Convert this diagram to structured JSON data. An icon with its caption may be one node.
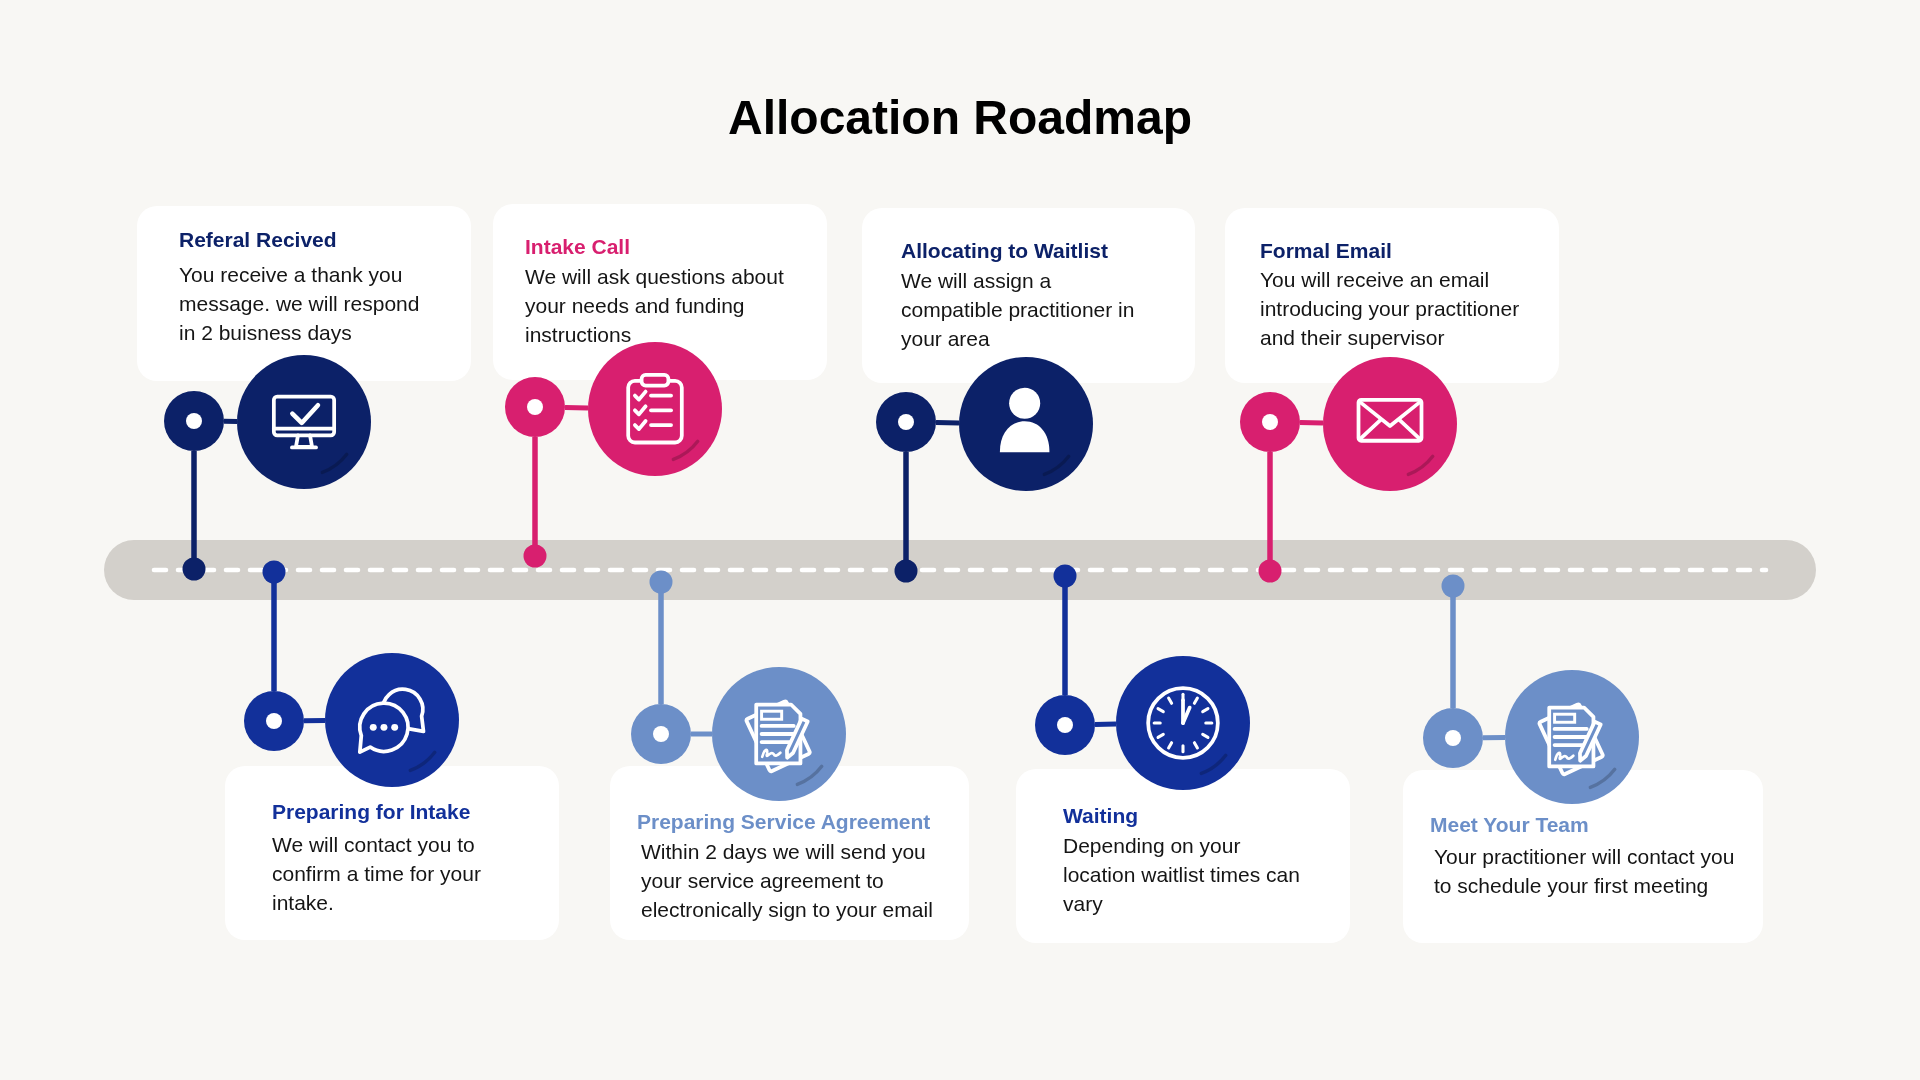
{
  "diagram": {
    "title": "Allocation Roadmap",
    "nodes": [
      {
        "text": [],
        "shape": "bar"
      },
      {
        "text": [
          "Referal Recived",
          "You receive a thank you message. we will respond in 2 buisness days"
        ]
      },
      {
        "text": [],
        "shape": "circle"
      },
      {
        "text": [],
        "shape": "picture"
      },
      {
        "text": [
          "Preparing for Intake",
          "We will contact you to confirm a time for your intake."
        ]
      },
      {
        "text": [],
        "shape": "circle"
      },
      {
        "text": [],
        "shape": "picture"
      },
      {
        "text": [
          "Intake Call",
          "We will ask questions about your needs and funding instructions"
        ]
      },
      {
        "text": [],
        "shape": "circle"
      },
      {
        "text": [],
        "shape": "picture"
      },
      {
        "text": [
          "Preparing Service Agreement",
          "Within 2 days we will send you your service agreement to electronically sign to your email"
        ]
      },
      {
        "text": [],
        "shape": "circle"
      },
      {
        "text": [],
        "shape": "picture"
      },
      {
        "text": [
          "Allocating to Waitlist",
          "We will assign a compatible practitioner in your area"
        ]
      },
      {
        "text": [],
        "shape": "circle"
      },
      {
        "text": [],
        "shape": "picture"
      },
      {
        "text": [
          "Waiting",
          "Depending on your location waitlist times can vary"
        ]
      },
      {
        "text": [],
        "shape": "circle"
      },
      {
        "text": [],
        "shape": "picture"
      },
      {
        "text": [
          "Formal Email",
          "You will receive an email introducing your practitioner and their supervisor"
        ]
      },
      {
        "text": [],
        "shape": "circle"
      },
      {
        "text": [],
        "shape": "picture"
      },
      {
        "text": [
          "Meet Your Team",
          "Your practitioner will contact you to schedule your first meeting"
        ]
      },
      {
        "text": [],
        "shape": "circle"
      },
      {
        "text": [],
        "shape": "picture"
      }
    ],
    "edges": [
      {
        "from": 0,
        "to": 2,
        "arrow": "other",
        "color": "#0c2168"
      },
      {
        "from": 2,
        "to": 3,
        "arrow": "none",
        "color": "#0c2168"
      },
      {
        "from": 0,
        "to": 5,
        "arrow": "other",
        "color": "#12309a"
      },
      {
        "from": 5,
        "to": 6,
        "arrow": "none",
        "color": "#12309a"
      },
      {
        "from": 0,
        "to": 8,
        "arrow": "other",
        "color": "#d81f6f"
      },
      {
        "from": 8,
        "to": 9,
        "arrow": "none",
        "color": "#d81f6f"
      },
      {
        "from": 0,
        "to": 11,
        "arrow": "other",
        "color": "#6c8fc8"
      },
      {
        "from": 11,
        "to": 12,
        "arrow": "none",
        "color": "#6c8fc8"
      },
      {
        "from": 0,
        "to": 14,
        "arrow": "other",
        "color": "#0c2168"
      },
      {
        "from": 14,
        "to": 15,
        "arrow": "none",
        "color": "#0c2168"
      },
      {
        "from": 0,
        "to": 17,
        "arrow": "other",
        "color": "#12309a"
      },
      {
        "from": 17,
        "to": 18,
        "arrow": "none",
        "color": "#12309a"
      },
      {
        "from": 0,
        "to": 20,
        "arrow": "other",
        "color": "#d81f6f"
      },
      {
        "from": 20,
        "to": 21,
        "arrow": "none",
        "color": "#d81f6f"
      },
      {
        "from": 0,
        "to": 23,
        "arrow": "other",
        "color": "#6c8fc8"
      },
      {
        "from": 23,
        "to": 24,
        "arrow": "none",
        "color": "#6c8fc8"
      }
    ]
  }
}
